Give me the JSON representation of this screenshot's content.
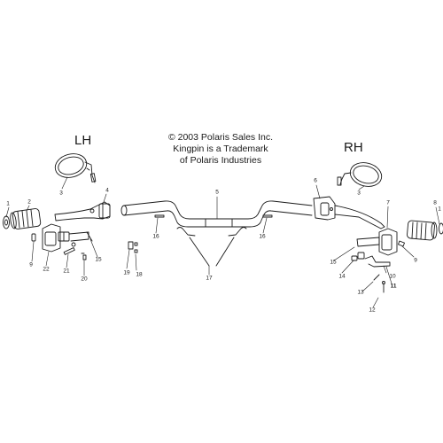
{
  "side_labels": {
    "left": "LH",
    "right": "RH"
  },
  "copyright": {
    "line1": "© 2003 Polaris Sales Inc.",
    "line2": "Kingpin is a Trademark",
    "line3": "of Polaris Industries"
  },
  "callouts": [
    "1",
    "2",
    "3",
    "4",
    "5",
    "6",
    "7",
    "8",
    "9",
    "10",
    "11",
    "12",
    "13",
    "14",
    "15",
    "16",
    "17",
    "18",
    "19",
    "20",
    "21",
    "22"
  ],
  "colors": {
    "ink": "#1a1a1a",
    "paper": "#ffffff"
  }
}
